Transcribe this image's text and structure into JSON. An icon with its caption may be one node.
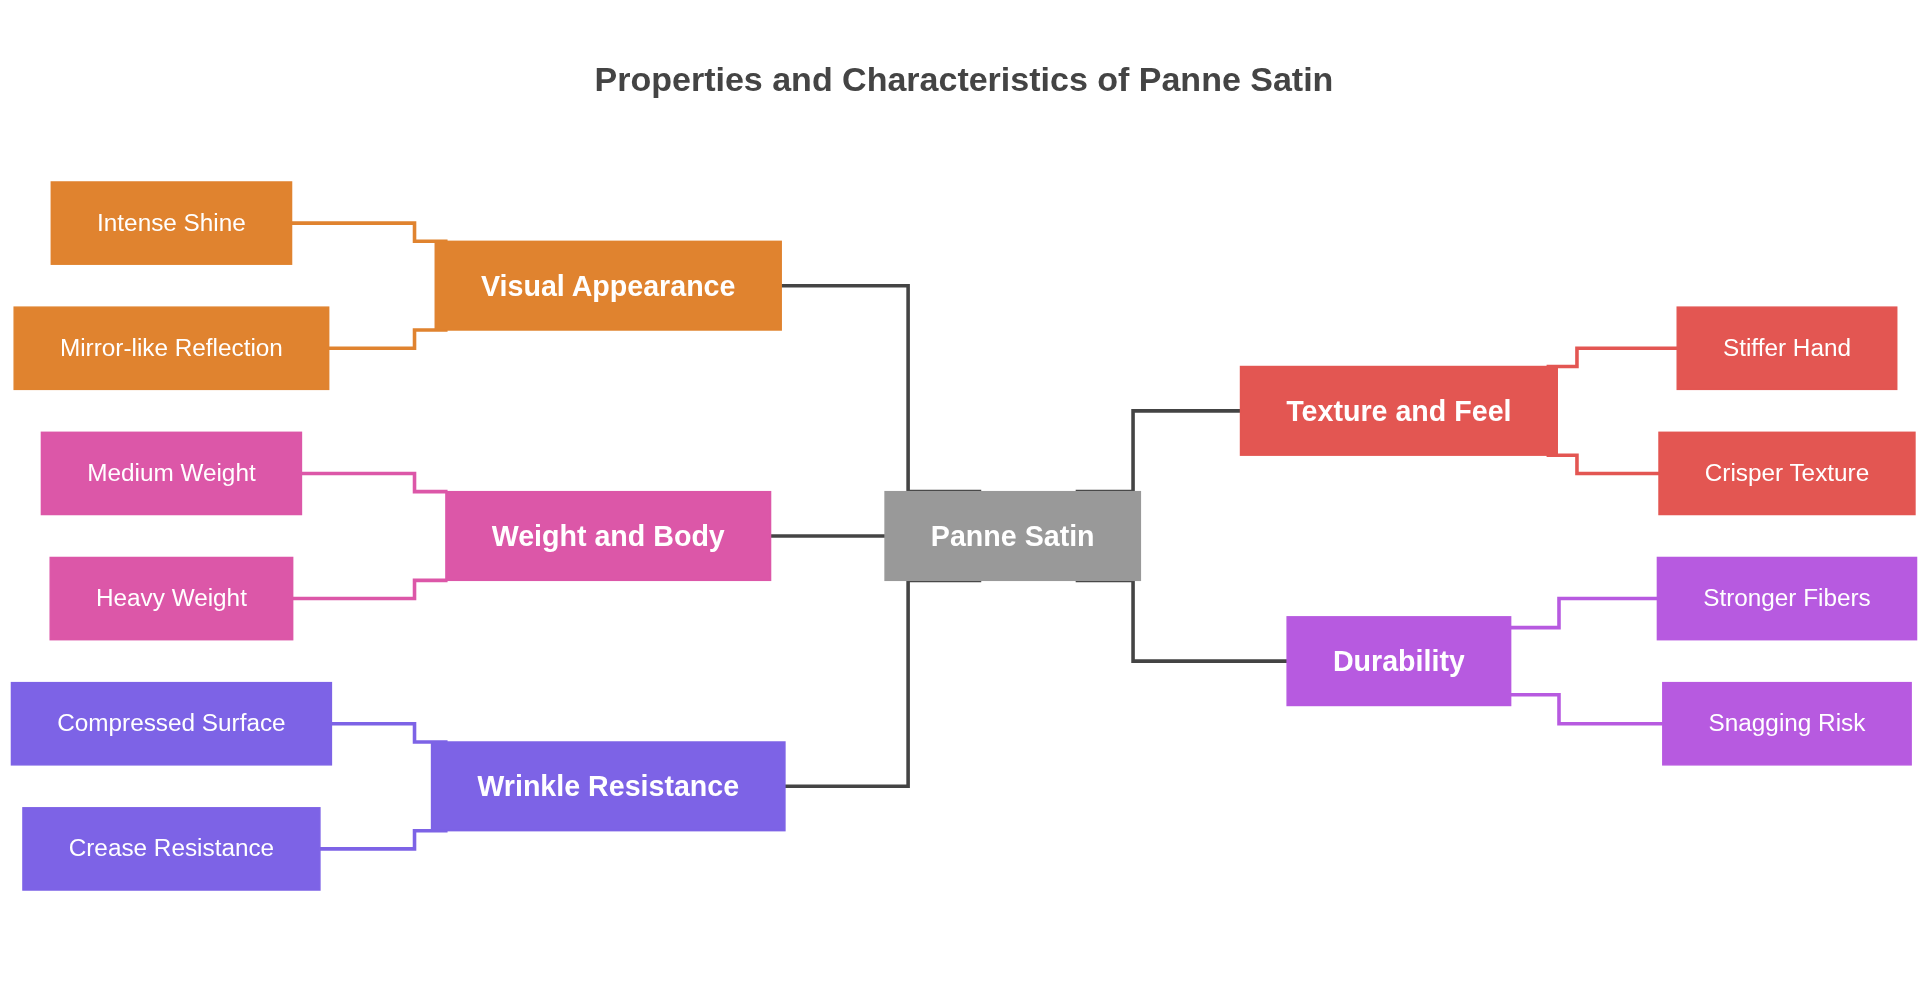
{
  "diagram": {
    "title": "Properties and Characteristics of Panne Satin",
    "nodes": [
      {
        "text": [
          "Panne Satin"
        ]
      },
      {
        "text": [
          "Visual Appearance"
        ]
      },
      {
        "text": [
          "Intense Shine"
        ]
      },
      {
        "text": [
          "Mirror-like Reflection"
        ]
      },
      {
        "text": [
          "Weight and Body"
        ]
      },
      {
        "text": [
          "Medium Weight"
        ]
      },
      {
        "text": [
          "Heavy Weight"
        ]
      },
      {
        "text": [
          "Wrinkle Resistance"
        ]
      },
      {
        "text": [
          "Compressed Surface"
        ]
      },
      {
        "text": [
          "Crease Resistance"
        ]
      },
      {
        "text": [
          "Texture and Feel"
        ]
      },
      {
        "text": [
          "Stiffer Hand"
        ]
      },
      {
        "text": [
          "Crisper Texture"
        ]
      },
      {
        "text": [
          "Durability"
        ]
      },
      {
        "text": [
          "Stronger Fibers"
        ]
      },
      {
        "text": [
          "Snagging Risk"
        ]
      }
    ],
    "edges": [
      {
        "from": 1,
        "to": 0,
        "arrow": "none"
      },
      {
        "from": 2,
        "to": 1,
        "arrow": "none",
        "color": "#e0832f"
      },
      {
        "from": 3,
        "to": 1,
        "arrow": "none",
        "color": "#e0832f"
      },
      {
        "from": 4,
        "to": 0,
        "arrow": "none"
      },
      {
        "from": 5,
        "to": 4,
        "arrow": "none",
        "color": "#dc57a8"
      },
      {
        "from": 6,
        "to": 4,
        "arrow": "none",
        "color": "#dc57a8"
      },
      {
        "from": 7,
        "to": 0,
        "arrow": "none"
      },
      {
        "from": 8,
        "to": 7,
        "arrow": "none",
        "color": "#7d63e6"
      },
      {
        "from": 9,
        "to": 7,
        "arrow": "none",
        "color": "#7d63e6"
      },
      {
        "from": 0,
        "to": 10,
        "arrow": "none"
      },
      {
        "from": 10,
        "to": 11,
        "arrow": "none",
        "color": "#e35652"
      },
      {
        "from": 10,
        "to": 12,
        "arrow": "none",
        "color": "#e35652"
      },
      {
        "from": 0,
        "to": 13,
        "arrow": "none"
      },
      {
        "from": 13,
        "to": 14,
        "arrow": "none",
        "color": "#b75ae0"
      },
      {
        "from": 13,
        "to": 15,
        "arrow": "none",
        "color": "#b75ae0"
      }
    ]
  }
}
